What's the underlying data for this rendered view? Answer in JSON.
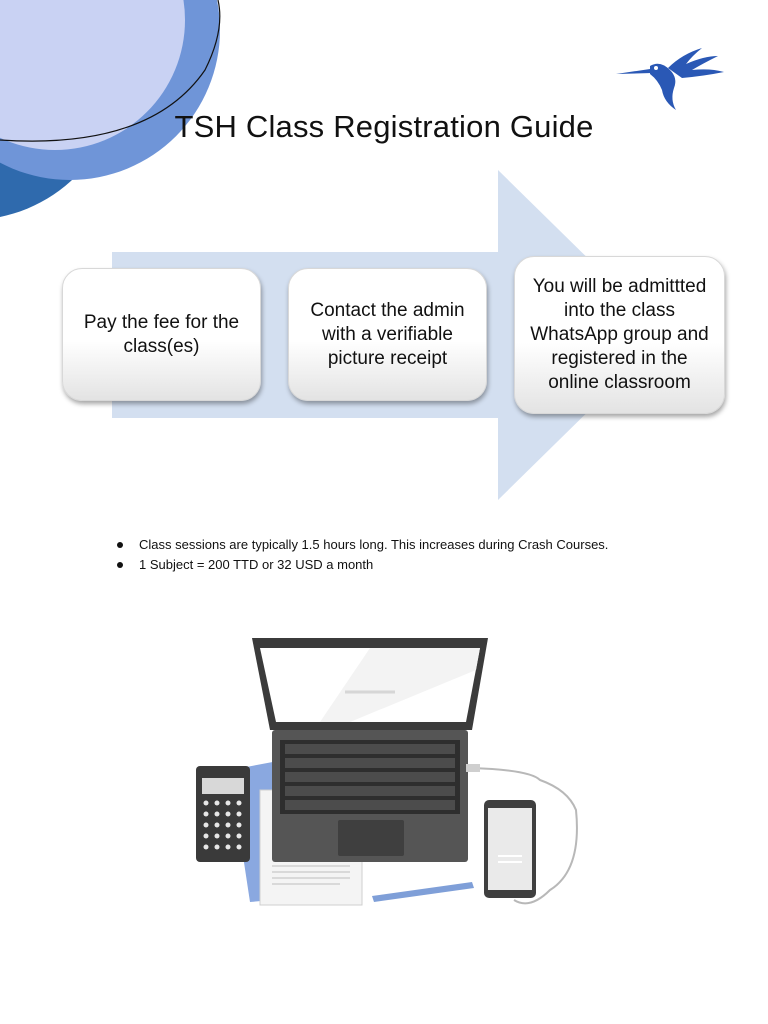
{
  "document": {
    "title": "TSH Class Registration Guide"
  },
  "process": {
    "steps": [
      {
        "label": "Pay the fee for the class(es)"
      },
      {
        "label": "Contact the admin with a verifiable picture receipt"
      },
      {
        "label": "You will be admittted into the class WhatsApp group and registered in the online classroom"
      }
    ]
  },
  "notes": {
    "items": [
      "Class sessions are typically 1.5 hours long. This increases during Crash Courses.",
      "1 Subject = 200 TTD or 32 USD a month"
    ]
  },
  "colors": {
    "arrow": "#d3dff0",
    "circle_dark": "#2f6aad",
    "circle_mid": "#5a86d0",
    "circle_light": "#c7d0f2",
    "bird": "#2a58b5"
  },
  "icons": {
    "logo": "hummingbird-icon",
    "illustration": "laptop-desk-illustration"
  }
}
